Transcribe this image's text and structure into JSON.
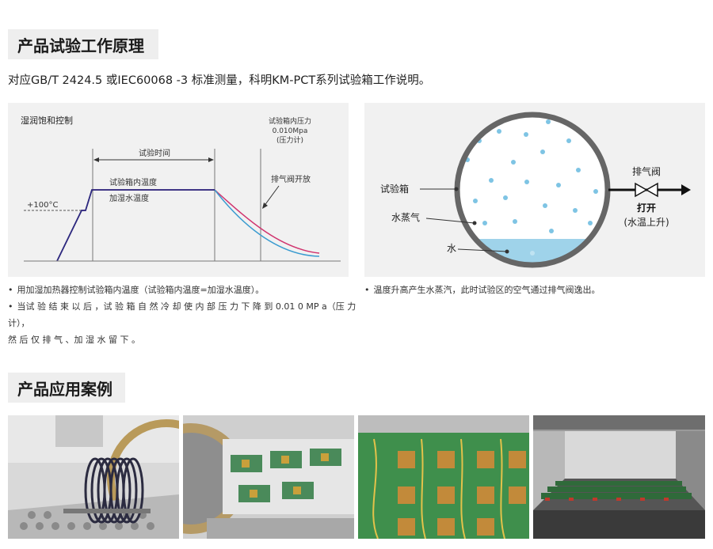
{
  "section1": {
    "title": "产品试验工作原理"
  },
  "intro": "对应GB/T 2424.5 或IEC60068 -3 标准测量，科明KM-PCT系列试验箱工作说明。",
  "left_diagram": {
    "title": "湿润饱和控制",
    "pressure_label_1": "试验箱内压力",
    "pressure_label_2": "0.010Mpa",
    "pressure_label_3": "(压力计)",
    "time_label": "试验时间",
    "temp_inside": "试验箱内温度",
    "temp_humid": "加湿水温度",
    "temp_100": "+100°C",
    "vent_open": "排气阀开放"
  },
  "right_diagram": {
    "chamber_label": "试验箱",
    "vapor_label": "水蒸气",
    "water_label": "水",
    "valve_label": "排气阀",
    "open_label": "打开",
    "open_note": "(水温上升)"
  },
  "bullets_left": [
    "用加湿加热器控制试验箱内温度（试验箱内温度=加湿水温度）。",
    "当试 验 结 束 以 后 ，试 验 箱 自 然 冷 却 使 内 部 压 力 下 降 到 0.01 0 MP a（压 力 计），",
    "然 后 仅 排 气 、加 湿 水 留 下 。"
  ],
  "bullets_right": [
    "温度升高产生水蒸汽，此时试验区的空气通过排气阀逸出。"
  ],
  "bullet_mark": "•",
  "section2": {
    "title": "产品应用案例"
  },
  "colors": {
    "axis": "#2a2a80",
    "curve_red": "#d0336e",
    "curve_blue": "#3a9bd0",
    "water": "#9fd3ea",
    "dots": "#7ec4e4"
  }
}
